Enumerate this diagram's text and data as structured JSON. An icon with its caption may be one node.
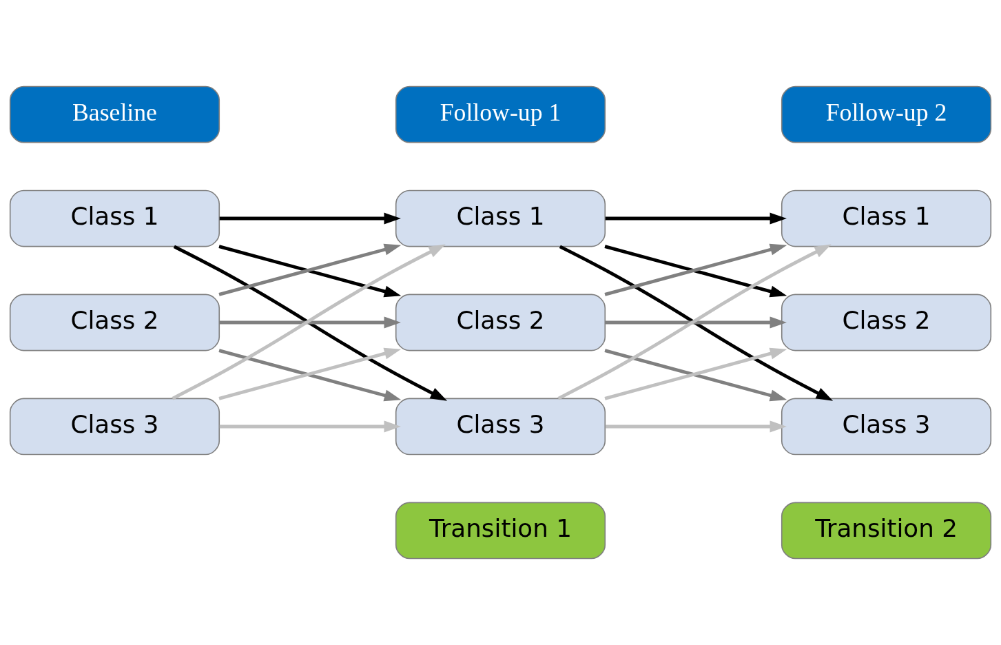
{
  "diagram": {
    "nodes": [
      {
        "text": [
          "Baseline"
        ]
      },
      {
        "text": [
          "Follow-up 1"
        ]
      },
      {
        "text": [
          "Follow-up 2"
        ]
      },
      {
        "text": [
          "Class 1"
        ]
      },
      {
        "text": [
          "Class 2"
        ]
      },
      {
        "text": [
          "Class 3"
        ]
      },
      {
        "text": [
          "Class 1"
        ]
      },
      {
        "text": [
          "Class 2"
        ]
      },
      {
        "text": [
          "Class 3"
        ]
      },
      {
        "text": [
          "Class 1"
        ]
      },
      {
        "text": [
          "Class 2"
        ]
      },
      {
        "text": [
          "Class 3"
        ]
      },
      {
        "text": [
          "Transition 1"
        ]
      },
      {
        "text": [
          "Transition 2"
        ]
      }
    ],
    "edges": [
      {
        "from": 3,
        "to": 6,
        "arrow": "to",
        "color": "#000000"
      },
      {
        "from": 3,
        "to": 7,
        "arrow": "to",
        "color": "#000000"
      },
      {
        "from": 3,
        "to": 8,
        "arrow": "to",
        "color": "#000000"
      },
      {
        "from": 4,
        "to": 6,
        "arrow": "to",
        "color": "#808080"
      },
      {
        "from": 4,
        "to": 7,
        "arrow": "to",
        "color": "#808080"
      },
      {
        "from": 4,
        "to": 8,
        "arrow": "to",
        "color": "#808080"
      },
      {
        "from": 5,
        "to": 6,
        "arrow": "to",
        "color": "#c0c0c0"
      },
      {
        "from": 5,
        "to": 7,
        "arrow": "to",
        "color": "#c0c0c0"
      },
      {
        "from": 5,
        "to": 8,
        "arrow": "to",
        "color": "#c0c0c0"
      },
      {
        "from": 6,
        "to": 9,
        "arrow": "to",
        "color": "#000000"
      },
      {
        "from": 6,
        "to": 10,
        "arrow": "to",
        "color": "#000000"
      },
      {
        "from": 6,
        "to": 11,
        "arrow": "to",
        "color": "#000000"
      },
      {
        "from": 7,
        "to": 9,
        "arrow": "to",
        "color": "#808080"
      },
      {
        "from": 7,
        "to": 10,
        "arrow": "to",
        "color": "#808080"
      },
      {
        "from": 7,
        "to": 11,
        "arrow": "to",
        "color": "#808080"
      },
      {
        "from": 8,
        "to": 9,
        "arrow": "to",
        "color": "#c0c0c0"
      },
      {
        "from": 8,
        "to": 10,
        "arrow": "to",
        "color": "#c0c0c0"
      },
      {
        "from": 8,
        "to": 11,
        "arrow": "to",
        "color": "#c0c0c0"
      }
    ]
  }
}
